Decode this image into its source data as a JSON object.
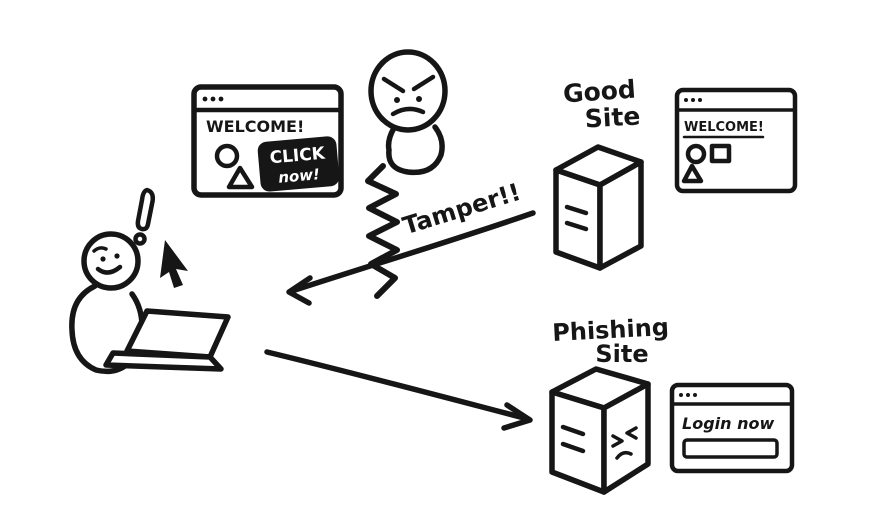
{
  "colors": {
    "ink": "#161616",
    "paper": "#ffffff"
  },
  "good_browser": {
    "welcome_label": "WELCOME!",
    "click_button_line1": "CLICK",
    "click_button_line2": "now!"
  },
  "attack": {
    "tamper_label": "Tamper!!"
  },
  "good_site": {
    "label_line1": "Good",
    "label_line2": "Site",
    "browser_welcome_label": "WELCOME!"
  },
  "phishing_site": {
    "label_line1": "Phishing",
    "label_line2": "Site",
    "browser_login_label": "Login now"
  }
}
